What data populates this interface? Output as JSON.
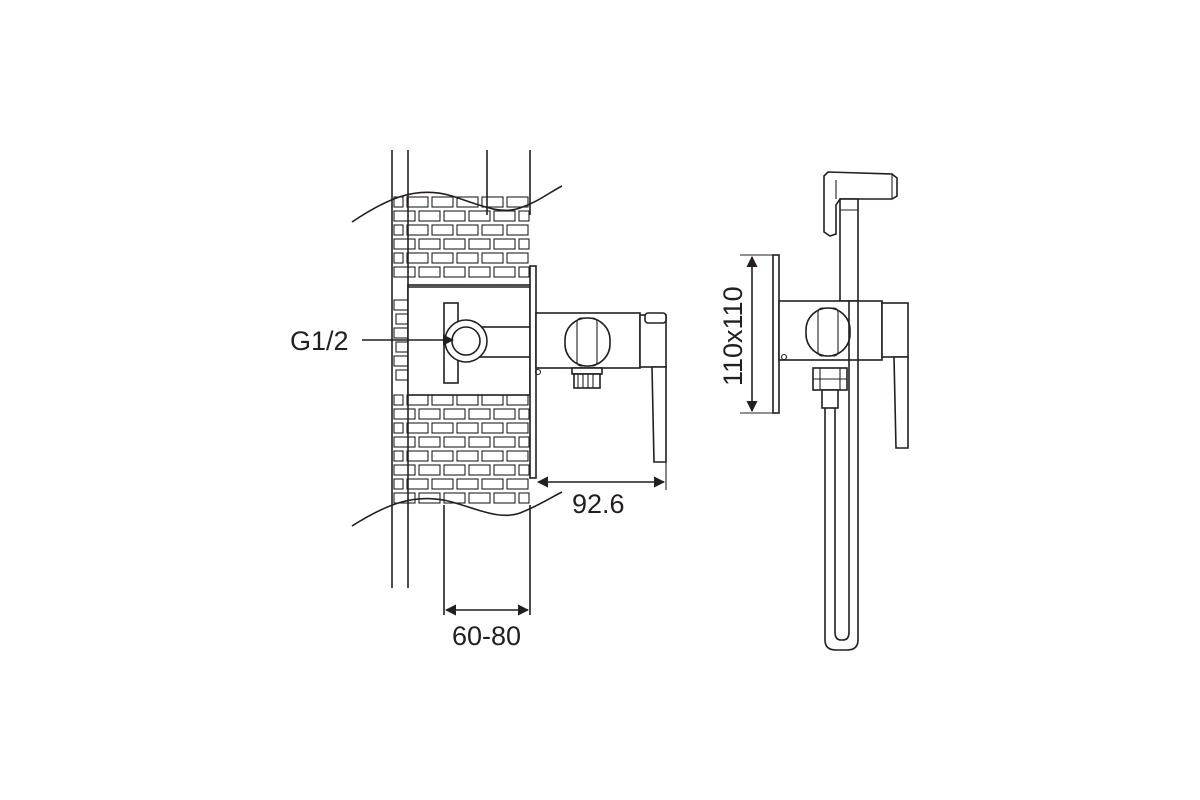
{
  "labels": {
    "thread": "G1/2",
    "wall_depth": "60-80",
    "projection": "92.6",
    "plate_size": "110x110"
  },
  "colors": {
    "line": "#231f20",
    "background": "#ffffff"
  }
}
